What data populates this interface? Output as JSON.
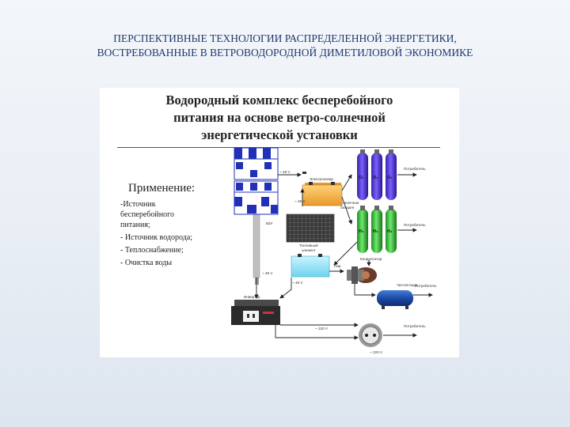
{
  "slide": {
    "title_line1": "ПЕРСПЕКТИВНЫЕ ТЕХНОЛОГИИ РАСПРЕДЕЛЕННОЙ ЭНЕРГЕТИКИ,",
    "title_line2": "ВОСТРЕБОВАННЫЕ В ВЕТРОВОДОРОДНОЙ ДИМЕТИЛОВОЙ ЭКОНОМИКЕ"
  },
  "panel": {
    "heading_line1": "Водородный комплекс бесперебойного",
    "heading_line2": "питания на основе ветро-солнечной",
    "heading_line3": "энергетической установки",
    "application_title": "Применение:",
    "applications": [
      "-Источник",
      "бесперебойного",
      "питания;",
      "- Источник водорода;",
      "- Теплоснабжение;",
      "- Очистка воды"
    ]
  },
  "diagram": {
    "electrolyzer": "Электролизер",
    "solar_battery_line1": "Солнечная",
    "solar_battery_line2": "батарея",
    "vzu": "ВЗУ",
    "fuel_cell_line1": "Топливный",
    "fuel_cell_line2": "элемент",
    "condenser": "Конденсатор",
    "steam": "Пар",
    "clean_water": "Чистая вода",
    "inverter": "Инвертор",
    "consumer": "Потребитель",
    "v48": "~ 48 V",
    "v220": "~ 220 V",
    "o2": "O₂",
    "h2": "H₂"
  },
  "colors": {
    "title": "#1f3a6e",
    "o2_cylinder": "#5b3fe0",
    "h2_cylinder": "#3cc23c",
    "electrolyzer": "#f6b94a",
    "fuel_cell": "#9ee5f5",
    "turbine_stripes": "#2230b8",
    "solar_panel": "#4a4a4a"
  }
}
